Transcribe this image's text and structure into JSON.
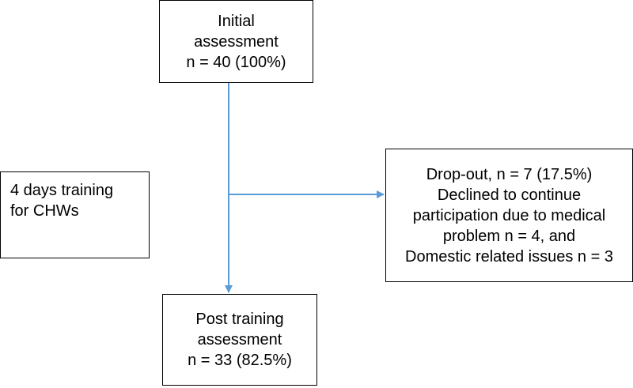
{
  "colors": {
    "arrow": "#5b9bd5",
    "box_border": "#000000",
    "text": "#000000"
  },
  "initial_assessment": {
    "lines": [
      "Initial",
      "assessment",
      "n = 40 (100%)"
    ]
  },
  "training": {
    "lines": [
      "4 days training",
      "for CHWs"
    ]
  },
  "dropout": {
    "lines": [
      "Drop-out, n = 7 (17.5%)",
      "Declined to continue",
      "participation due to medical",
      "problem n = 4, and",
      "Domestic related issues n = 3"
    ]
  },
  "post_training_assessment": {
    "lines": [
      "Post training",
      "assessment",
      "n = 33 (82.5%)"
    ]
  }
}
